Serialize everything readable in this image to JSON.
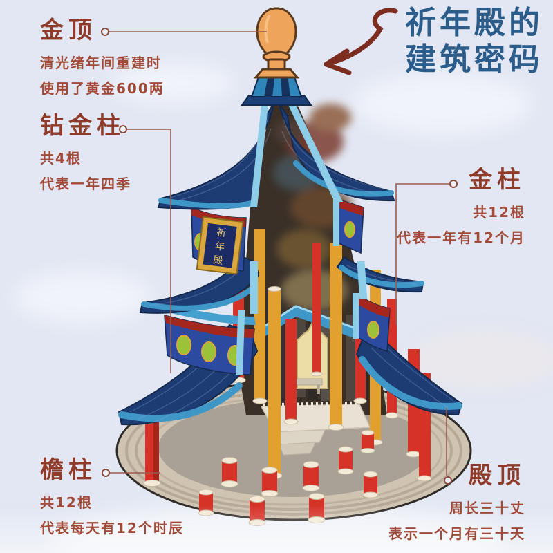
{
  "title": {
    "line1": "祈年殿的",
    "line2": "建筑密码"
  },
  "labels": {
    "jinding": {
      "heading": "金顶",
      "line1": "清光绪年间重建时",
      "line2": "使用了黄金600两"
    },
    "zuanjinzhu": {
      "heading": "钻金柱",
      "line1": "共4根",
      "line2": "代表一年四季"
    },
    "jinzhu": {
      "heading": "金柱",
      "line1": "共12根",
      "line2": "代表一年有12个月"
    },
    "yanzhu": {
      "heading": "檐柱",
      "line1": "共12根",
      "line2": "代表每天有12个时辰"
    },
    "dianding": {
      "heading": "殿顶",
      "line1": "周长三十丈",
      "line2": "表示一个月有三十天"
    }
  },
  "plaque": {
    "text": "祈年殿",
    "chars": [
      "祈",
      "年",
      "殿"
    ]
  },
  "colors": {
    "heading": "#8E3B2A",
    "body": "#A24A38",
    "title": "#2B5C8A",
    "arrow": "#7C2D20",
    "roof": "#1E3C74",
    "roof-trim": "#3F97C8",
    "cut": "#8ECDE8",
    "finial": "#EFA45B",
    "colred": "#D63227",
    "colgold": "#E2A12F",
    "platform": "#CFC3B2",
    "band": "#2B4AA0",
    "stripe": "#A3271E",
    "green": "#9CC23A",
    "plaque": "#1C2A66",
    "plaquegold": "#D9A73C",
    "bg": "#E2E7F3"
  }
}
